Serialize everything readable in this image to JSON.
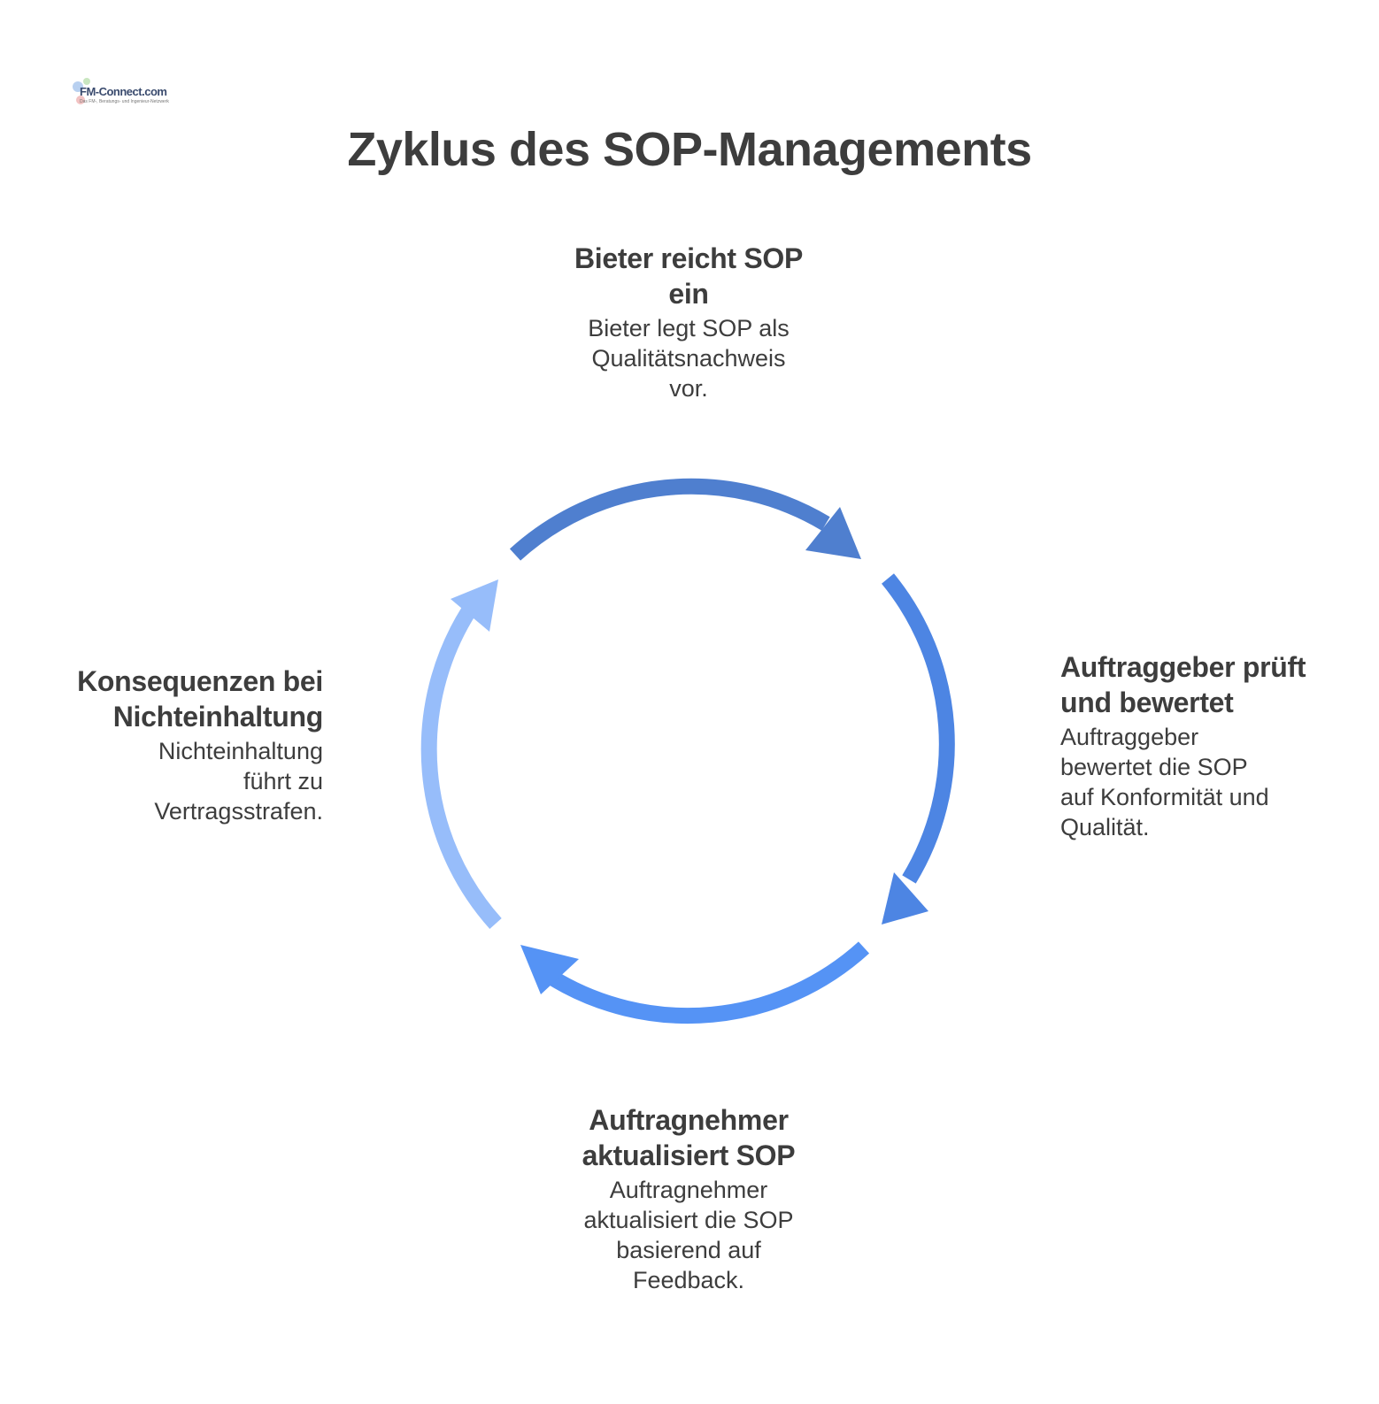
{
  "logo": {
    "text": "FM-Connect.com",
    "subtitle": "Das FM-, Beratungs- und Ingenieur-Netzwerk"
  },
  "title": "Zyklus des SOP-Managements",
  "nodes": [
    {
      "id": "top",
      "title": [
        "Bieter reicht SOP",
        "ein"
      ],
      "desc": [
        "Bieter legt SOP als",
        "Qualitätsnachweis",
        "vor."
      ]
    },
    {
      "id": "right",
      "title": [
        "Auftraggeber prüft",
        "und bewertet"
      ],
      "desc": [
        "Auftraggeber",
        "bewertet die SOP",
        "auf Konformität und",
        "Qualität."
      ]
    },
    {
      "id": "bottom",
      "title": [
        "Auftragnehmer",
        "aktualisiert SOP"
      ],
      "desc": [
        "Auftragnehmer",
        "aktualisiert die SOP",
        "basierend auf",
        "Feedback."
      ]
    },
    {
      "id": "left",
      "title": [
        "Konsequenzen bei",
        "Nichteinhaltung"
      ],
      "desc": [
        "Nichteinhaltung",
        "führt zu",
        "Vertragsstrafen."
      ]
    }
  ],
  "colors": {
    "arrow_top": "#4f7fcf",
    "arrow_right": "#4d85e3",
    "arrow_bottom": "#5593f5",
    "arrow_left": "#97bdfa",
    "text": "#3d3d3d"
  }
}
